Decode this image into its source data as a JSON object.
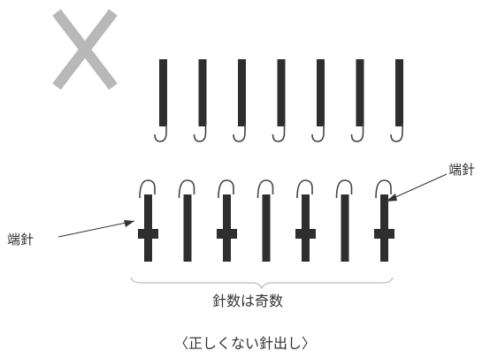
{
  "labels": {
    "end_needle_right": "端針",
    "end_needle_left": "端針",
    "needle_count": "針数は奇数",
    "caption": "〈正しくない針出し〉"
  },
  "diagram": {
    "mark": "incorrect-x-mark",
    "top_row_needles": 7,
    "bottom_row_needles": 7,
    "bottom_row_pattern": [
      "forward",
      "back",
      "forward",
      "back",
      "forward",
      "back",
      "forward"
    ]
  },
  "colors": {
    "x_mark": "#b8b8b8",
    "needle": "#2e2e2e",
    "text": "#333333"
  }
}
